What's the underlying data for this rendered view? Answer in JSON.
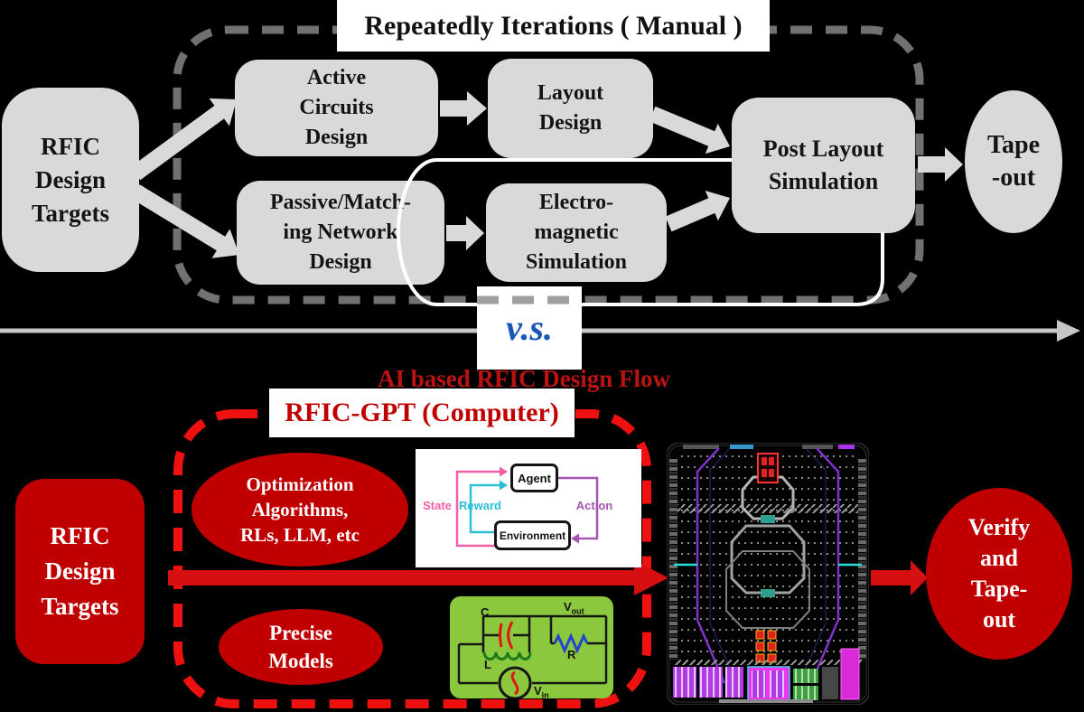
{
  "manual": {
    "title": "Repeatedly Iterations ( Manual )",
    "targets": [
      "RFIC",
      "Design",
      "Targets"
    ],
    "active": [
      "Active",
      "Circuits",
      "Design"
    ],
    "layout": [
      "Layout",
      "Design"
    ],
    "passive": [
      "Passive/Match-",
      "ing Network",
      "Design"
    ],
    "em": [
      "Electro-",
      "magnetic",
      "Simulation"
    ],
    "post": [
      "Post Layout",
      "Simulation"
    ],
    "tape": [
      "Tape",
      "-out"
    ]
  },
  "versus": "v.s.",
  "ai": {
    "title": "AI based RFIC Design Flow",
    "subtitle": "RFIC-GPT (Computer)",
    "targets": [
      "RFIC",
      "Design",
      "Targets"
    ],
    "optimization": [
      "Optimization",
      "Algorithms,",
      "RLs, LLM, etc"
    ],
    "precise": [
      "Precise",
      "Models"
    ],
    "verify": [
      "Verify",
      "and",
      "Tape-",
      "out"
    ],
    "rl": {
      "agent": "Agent",
      "environment": "Environment",
      "state": "State",
      "reward": "Reward",
      "action": "Action"
    },
    "circuit": {
      "c": "C",
      "l": "L",
      "r": "R",
      "v": "V",
      "vin_sub": "in",
      "vout_sub": "out"
    }
  },
  "colors": {
    "background": "#000000",
    "box_gray": "#d9d9d9",
    "dashed_gray": "#717171",
    "dark_red": "#c00000",
    "dashed_red": "#ef1010",
    "arrow_red": "#d61010",
    "vs_blue": "#1a56b8",
    "ai_title_red": "#bb1212",
    "circuit_green": "#8cc83e",
    "rl_state_pink": "#ef5fa7",
    "rl_reward_cyan": "#2bbfd4",
    "rl_action_purple": "#a457b0",
    "feedback_white": "#ffffff"
  }
}
